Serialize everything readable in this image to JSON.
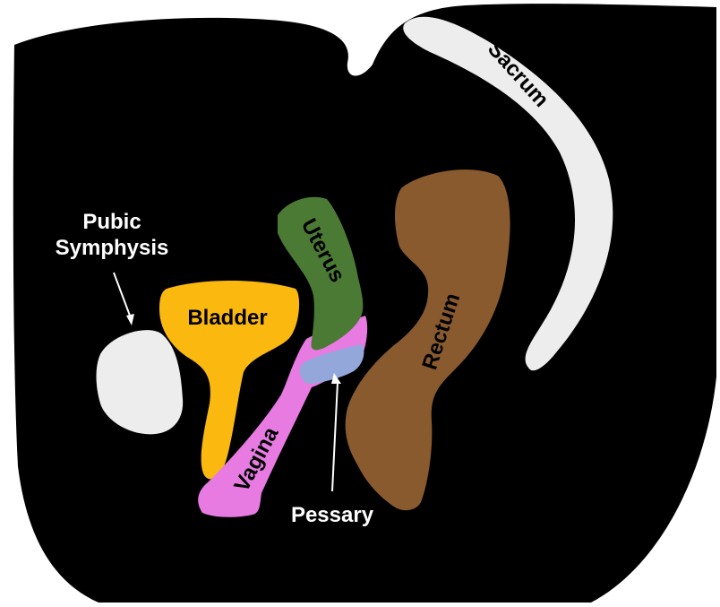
{
  "labels": {
    "sacrum": "Sacrum",
    "pubic_line1": "Pubic",
    "pubic_line2": "Symphysis",
    "bladder": "Bladder",
    "uterus": "Uterus",
    "rectum": "Rectum",
    "vagina": "Vagina",
    "pessary": "Pessary"
  },
  "colors": {
    "background": "#000000",
    "bone": "#ededed",
    "bladder": "#fbb910",
    "uterus": "#4b7a35",
    "rectum": "#8a5a2f",
    "vagina": "#e77be2",
    "pessary": "#93a7db",
    "text_light": "#ffffff",
    "text_dark": "#000000"
  }
}
